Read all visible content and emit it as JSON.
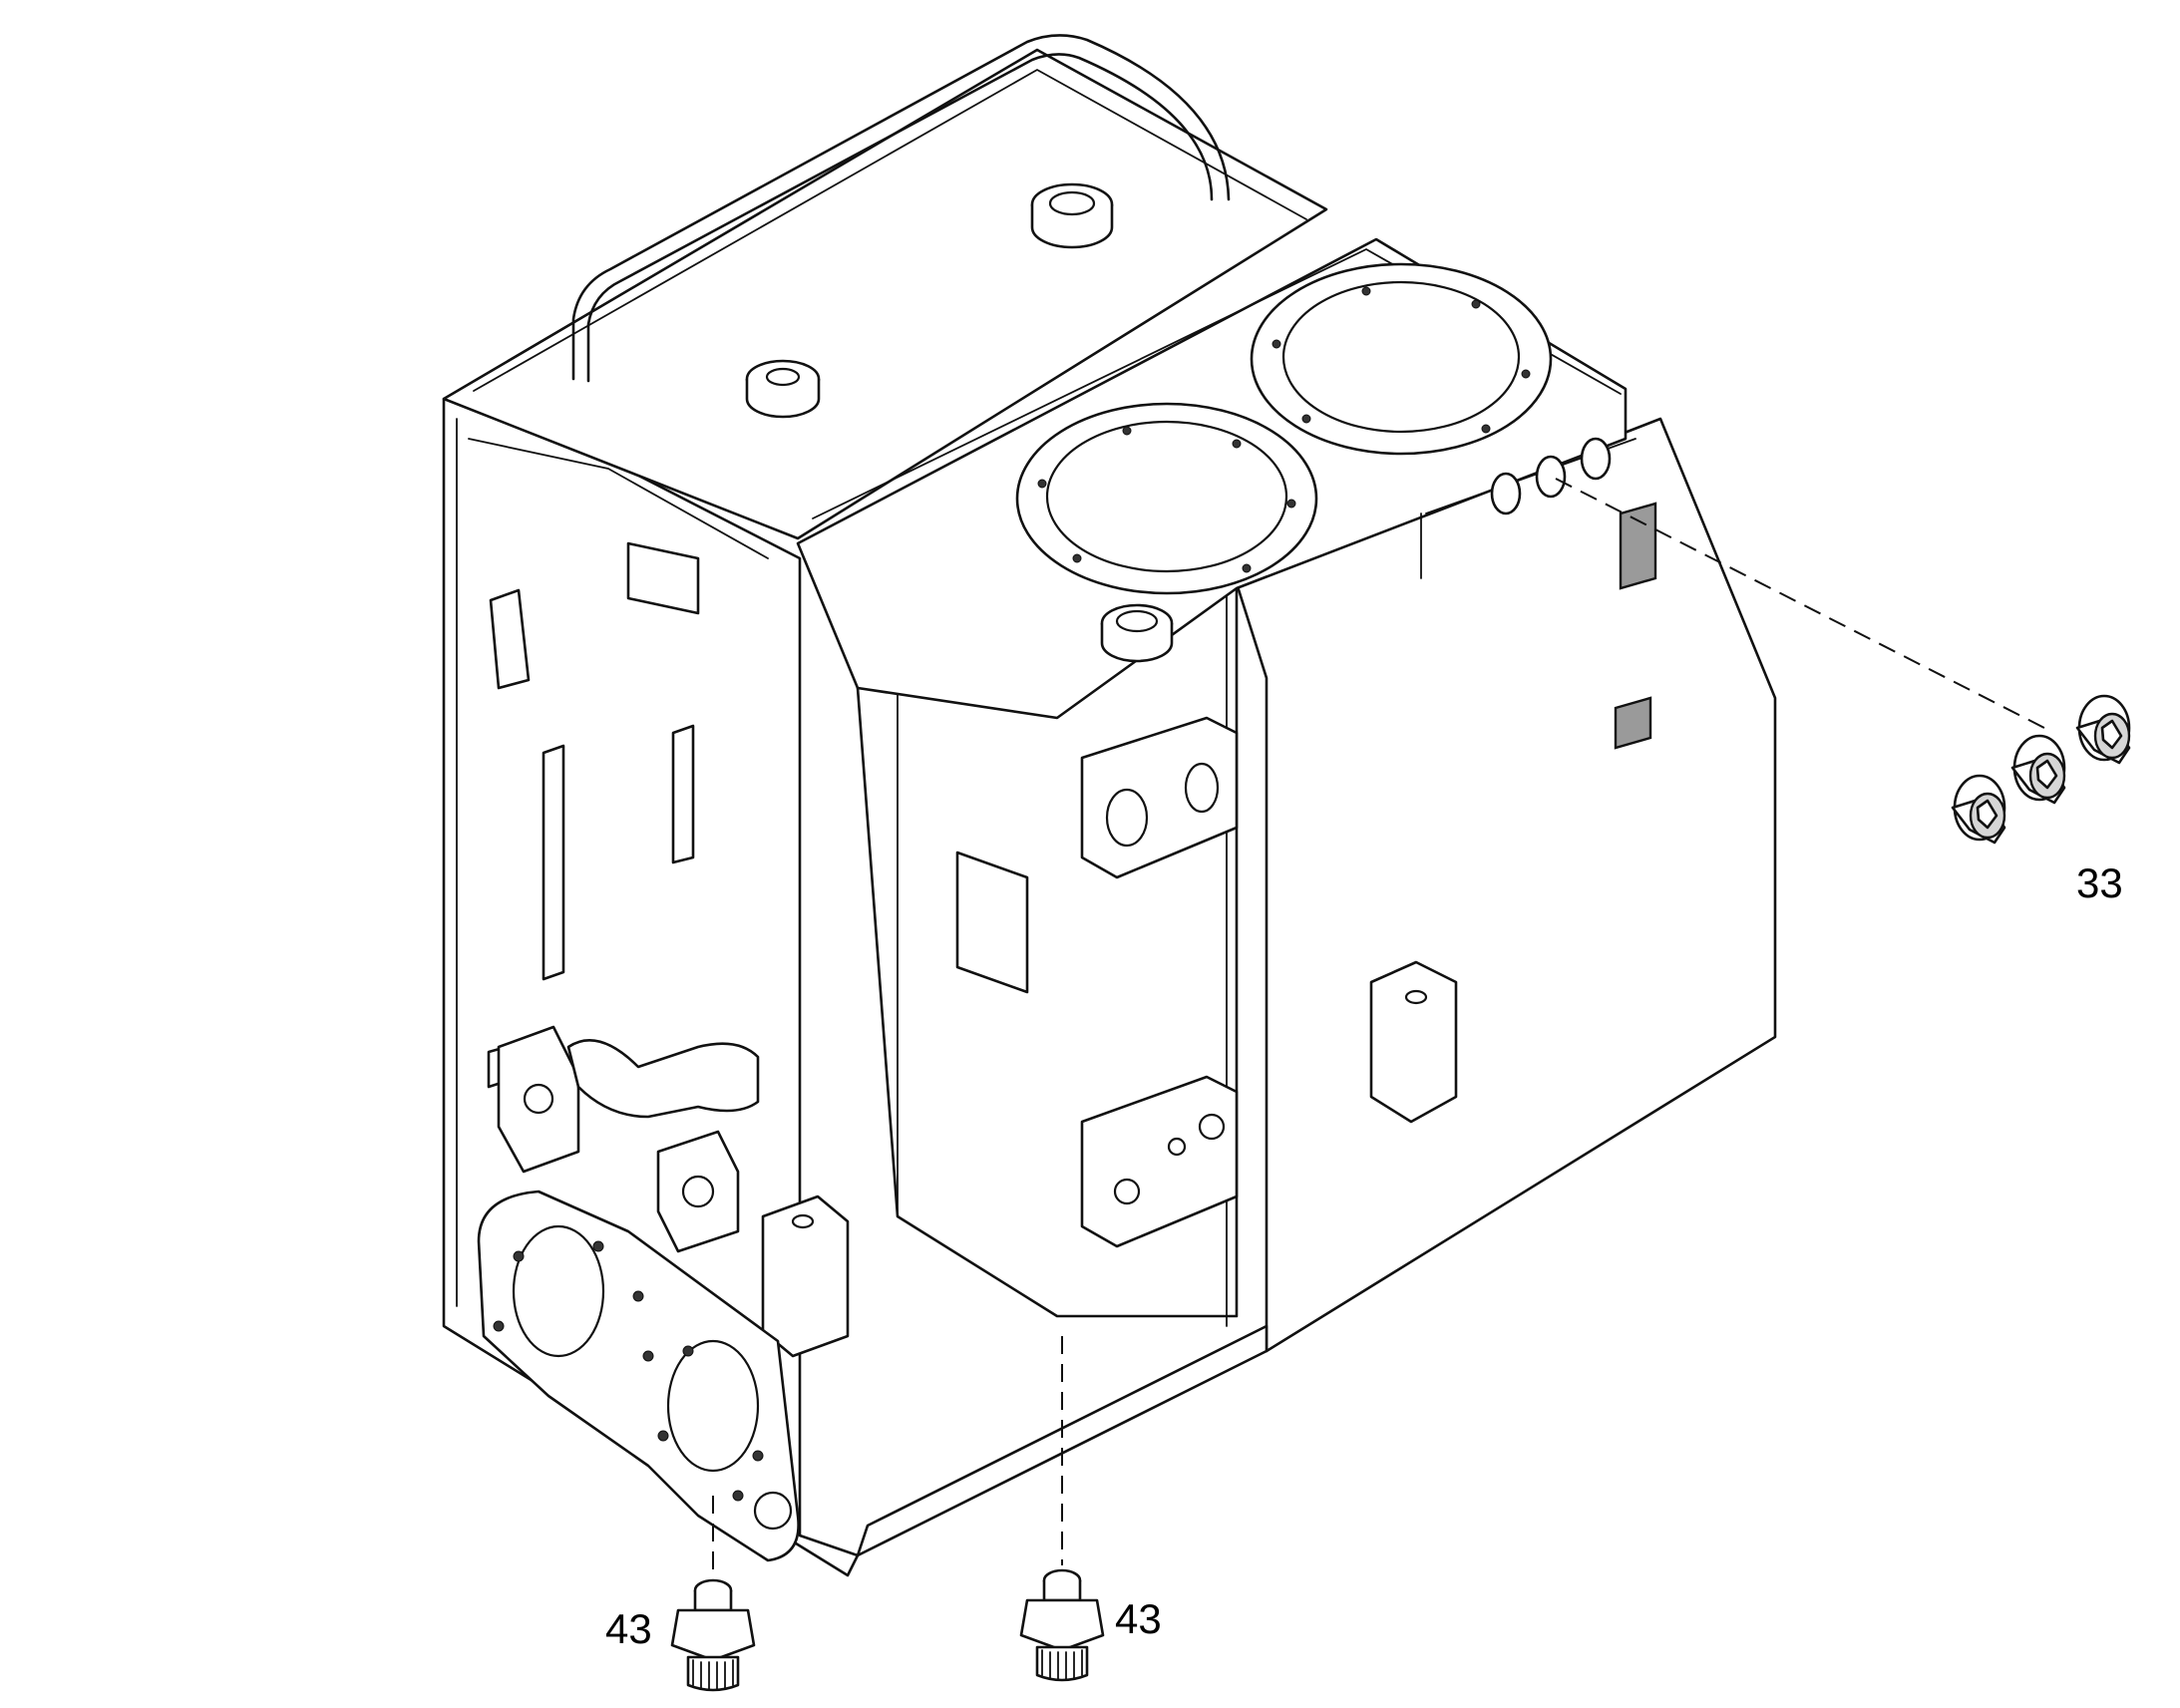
{
  "callouts": {
    "screw_plugs_right": "33",
    "fitting_left": "43",
    "fitting_center": "43"
  },
  "colors": {
    "line": "#111111",
    "background": "#ffffff",
    "shading": "#d6d6d6"
  }
}
